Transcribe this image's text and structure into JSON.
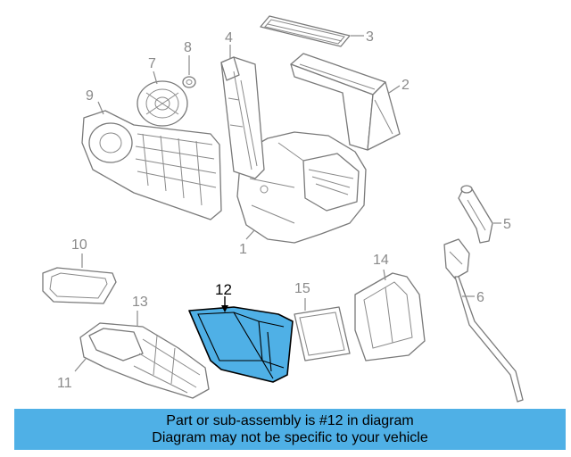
{
  "callouts": {
    "c1": "1",
    "c2": "2",
    "c3": "3",
    "c4": "4",
    "c5": "5",
    "c6": "6",
    "c7": "7",
    "c8": "8",
    "c9": "9",
    "c10": "10",
    "c11": "11",
    "c12": "12",
    "c13": "13",
    "c14": "14",
    "c15": "15"
  },
  "highlight_part": "12",
  "colors": {
    "highlight": "#4fb0e6",
    "banner": "#4fb0e6",
    "line": "#8a8a8a"
  },
  "banner": {
    "line1": "Part or sub-assembly is #12 in diagram",
    "line2": "Diagram may not be specific to your vehicle"
  }
}
